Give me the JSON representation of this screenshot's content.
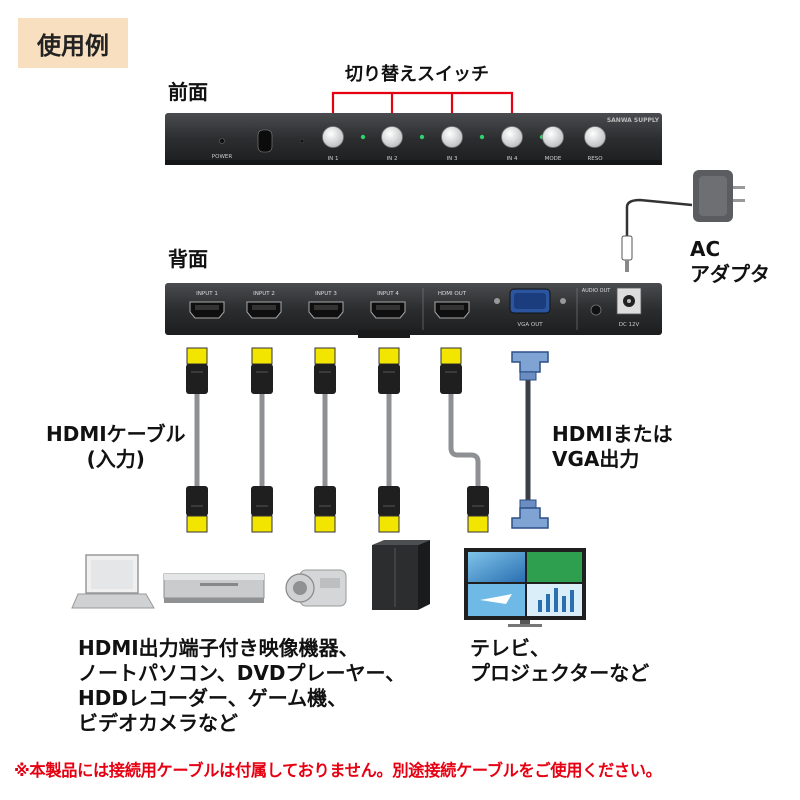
{
  "usage_label": "使用例",
  "front": {
    "heading": "前面",
    "switch_callout": "切り替えスイッチ",
    "brand": "SANWA SUPPLY",
    "labels": [
      "POWER",
      "IN 1",
      "IN 2",
      "IN 3",
      "IN 4",
      "MODE",
      "RESO"
    ]
  },
  "back": {
    "heading": "背面",
    "port_labels": [
      "INPUT 1",
      "INPUT 2",
      "INPUT 3",
      "INPUT 4",
      "HDMI OUT",
      "AUDIO OUT"
    ],
    "vga_label": "VGA OUT",
    "dc_label": "DC 12V"
  },
  "ac_adapter_label": "AC\nアダプタ",
  "hdmi_cable_label": "HDMIケーブル\n(入力)",
  "output_cable_label": "HDMIまたは\nVGA出力",
  "source_devices_caption": "HDMI出力端子付き映像機器、\nノートパソコン、DVDプレーヤー、\nHDDレコーダー、ゲーム機、\nビデオカメラなど",
  "display_caption": "テレビ、\nプロジェクターなど",
  "footnote": "※本製品には接続用ケーブルは付属しておりません。別途接続ケーブルをご使用ください。",
  "colors": {
    "accent_red": "#e60012",
    "tag_bg": "#f8dfbf",
    "device_body": "#2b2d2f",
    "cable_yellow": "#f2e600",
    "vga_blue": "#7fa4d4"
  }
}
